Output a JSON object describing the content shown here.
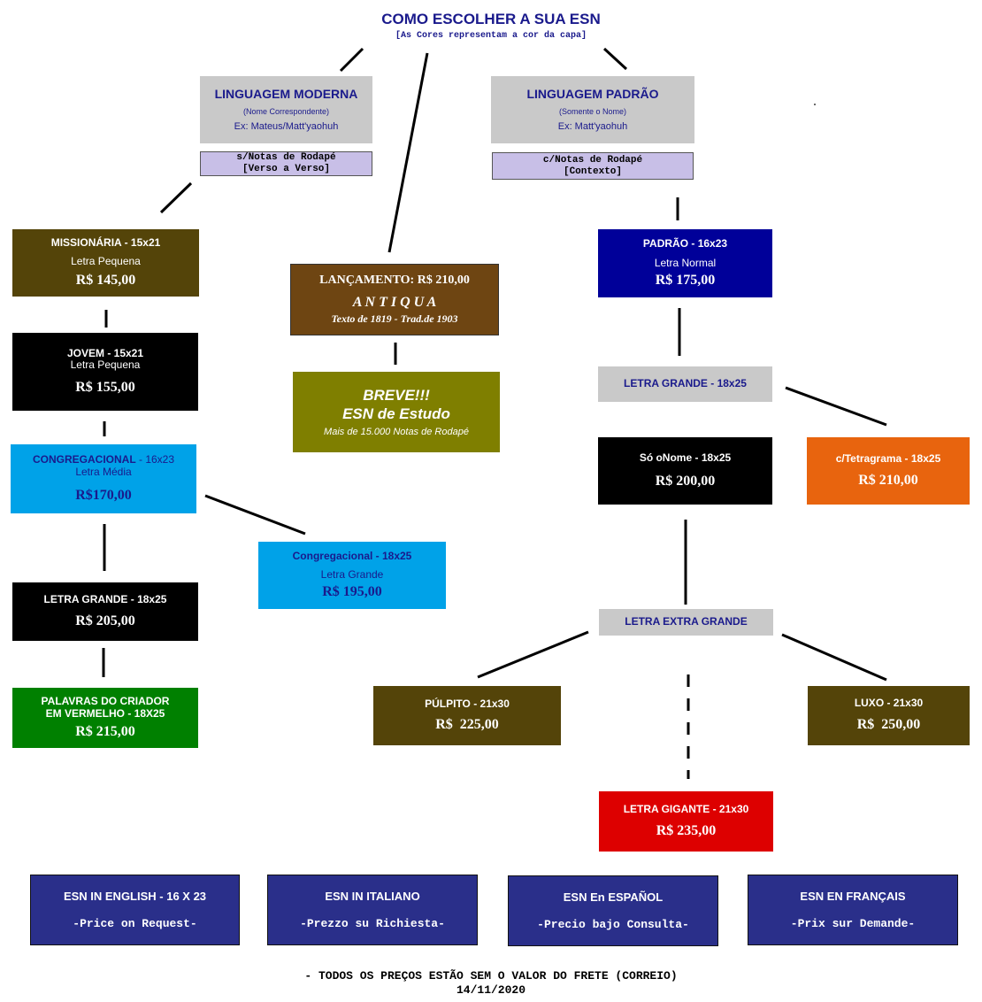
{
  "header": {
    "title": "COMO ESCOLHER A SUA ESN",
    "subtitle": "[As Cores representam a cor da capa]"
  },
  "moderna": {
    "title": "LINGUAGEM MODERNA",
    "sub": "(Nome Correspondente)",
    "example": "Ex: Mateus/Matt'yaohuh",
    "notes_line1": "s/Notas de Rodapé",
    "notes_line2": "[Verso a Verso]"
  },
  "padrao_lang": {
    "title": "LINGUAGEM PADRÃO",
    "sub": "(Somente o Nome)",
    "example": "Ex: Matt'yaohuh",
    "notes_line1": "c/Notas de Rodapé",
    "notes_line2": "[Contexto]"
  },
  "missionaria": {
    "title": "MISSIONÁRIA - 15x21",
    "letra": "Letra Pequena",
    "price": "R$ 145,00"
  },
  "jovem": {
    "title": "JOVEM - 15x21",
    "letra": "Letra Pequena",
    "price": "R$ 155,00"
  },
  "congregacional": {
    "title_a": "CONGREGACIONAL",
    "title_b": " - 16x23",
    "letra": "Letra Média",
    "price": "R$170,00"
  },
  "congregacional_grande": {
    "title": "Congregacional - 18x25",
    "letra": "Letra Grande",
    "price": "R$ 195,00"
  },
  "letra_grande_left": {
    "title": "LETRA GRANDE - 18x25",
    "price": "R$ 205,00"
  },
  "palavras": {
    "line1": "PALAVRAS DO CRIADOR",
    "line2": "EM VERMELHO - 18X25",
    "price": "R$ 215,00"
  },
  "lancamento": {
    "title": "LANÇAMENTO: R$ 210,00",
    "name": "A N T I Q U A",
    "text": "Texto de 1819 - Trad.de 1903"
  },
  "breve": {
    "line1": "BREVE!!!",
    "line2": "ESN de Estudo",
    "line3": "Mais de 15.000 Notas de Rodapé"
  },
  "padrao": {
    "title": "PADRÃO - 16x23",
    "letra": "Letra Normal",
    "price": "R$ 175,00"
  },
  "letra_grande_right": {
    "title": "LETRA GRANDE - 18x25"
  },
  "so_nome": {
    "title": "Só oNome - 18x25",
    "price": "R$ 200,00"
  },
  "tetragrama": {
    "title": "c/Tetragrama - 18x25",
    "price": "R$ 210,00"
  },
  "extra_grande": {
    "title": "LETRA EXTRA GRANDE"
  },
  "pulpito": {
    "title": "PÚLPITO - 21x30",
    "price": "R$  225,00"
  },
  "luxo": {
    "title": "LUXO - 21x30",
    "price": "R$  250,00"
  },
  "gigante": {
    "title": "LETRA GIGANTE - 21x30",
    "price": "R$ 235,00"
  },
  "languages": [
    {
      "title": "ESN IN ENGLISH - 16 X 23",
      "price": "-Price on Request-"
    },
    {
      "title": "ESN IN ITALIANO",
      "price": "-Prezzo su Richiesta-"
    },
    {
      "title": "ESN En ESPAÑOL",
      "price": "-Precio bajo Consulta-"
    },
    {
      "title": "ESN EN FRANÇAIS",
      "price": "-Prix sur Demande-"
    }
  ],
  "footer": {
    "note": "- TODOS OS PREÇOS ESTÃO SEM O VALOR DO FRETE (CORREIO)",
    "date": "14/11/2020"
  },
  "colors": {
    "olive_brown": "#544409",
    "black": "#000000",
    "sky": "#00a2e8",
    "green": "#008000",
    "brown": "#6e4512",
    "olive": "#7f7f00",
    "navy": "#000099",
    "grey": "#c9c9c9",
    "lavender": "#c8bfe7",
    "orange": "#e8640e",
    "red": "#dd0000",
    "indigo": "#2a2f8a",
    "text_navy": "#1a1a8c"
  }
}
